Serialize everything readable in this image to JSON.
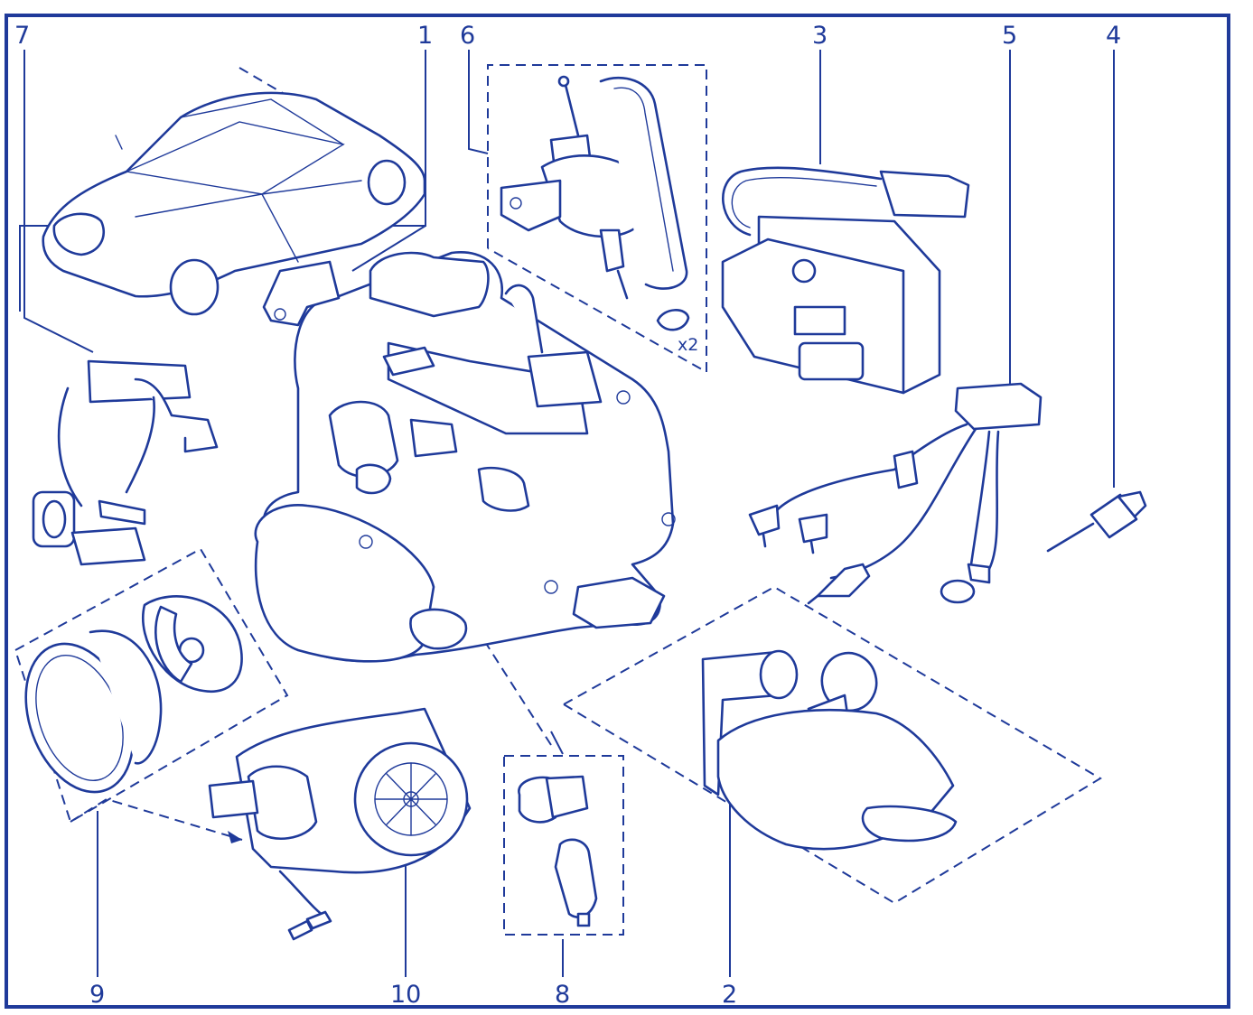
{
  "theme": {
    "ink": "#1f3a9a",
    "background": "#ffffff"
  },
  "callouts": [
    {
      "id": "c1",
      "label": "1"
    },
    {
      "id": "c2",
      "label": "2"
    },
    {
      "id": "c3",
      "label": "3"
    },
    {
      "id": "c4",
      "label": "4"
    },
    {
      "id": "c5",
      "label": "5"
    },
    {
      "id": "c6",
      "label": "6"
    },
    {
      "id": "c7",
      "label": "7"
    },
    {
      "id": "c8",
      "label": "8"
    },
    {
      "id": "c9",
      "label": "9"
    },
    {
      "id": "c10",
      "label": "10"
    }
  ],
  "annotations": {
    "quantity_note": "x2"
  }
}
